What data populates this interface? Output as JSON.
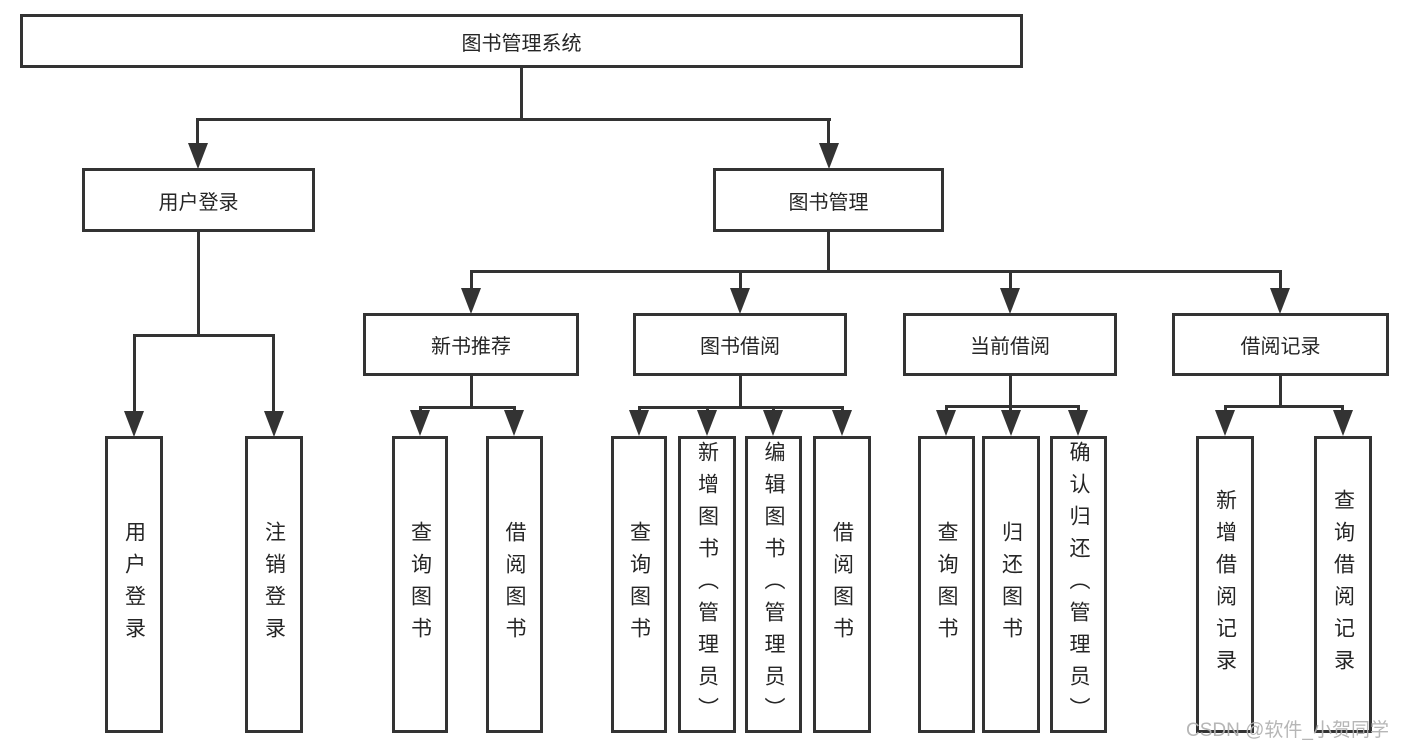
{
  "diagram": {
    "title": "图书管理系统",
    "user_branch": {
      "label": "用户登录",
      "children": [
        {
          "label": "用户登录"
        },
        {
          "label": "注销登录"
        }
      ]
    },
    "book_branch": {
      "label": "图书管理",
      "groups": [
        {
          "label": "新书推荐",
          "children": [
            {
              "label": "查询图书"
            },
            {
              "label": "借阅图书"
            }
          ]
        },
        {
          "label": "图书借阅",
          "children": [
            {
              "label": "查询图书"
            },
            {
              "label": "新增图书（管理员）"
            },
            {
              "label": "编辑图书（管理员）"
            },
            {
              "label": "借阅图书"
            }
          ]
        },
        {
          "label": "当前借阅",
          "children": [
            {
              "label": "查询图书"
            },
            {
              "label": "归还图书"
            },
            {
              "label": "确认归还（管理员）"
            }
          ]
        },
        {
          "label": "借阅记录",
          "children": [
            {
              "label": "新增借阅记录"
            },
            {
              "label": "查询借阅记录"
            }
          ]
        }
      ]
    },
    "watermark": "CSDN @软件_小贺同学",
    "colors": {
      "line": "#333333",
      "text": "#262626",
      "background": "#ffffff",
      "watermark": "#b2b2b2"
    }
  }
}
